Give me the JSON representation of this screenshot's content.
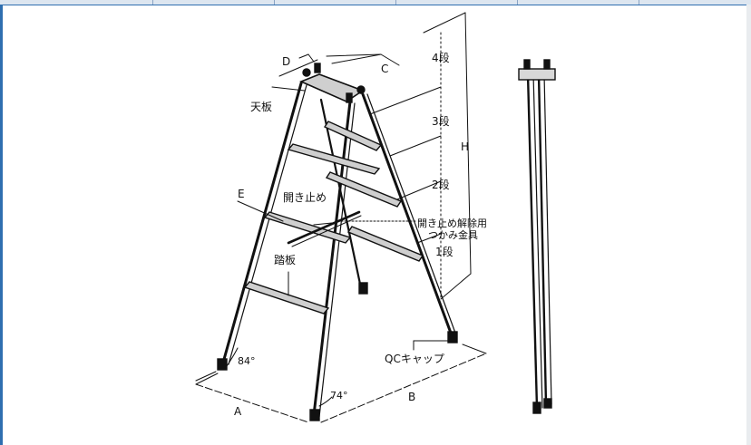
{
  "diagram": {
    "labels": {
      "top_plate": "天板",
      "spreader": "開き止め",
      "spreader_release": "開き止め解除用",
      "spreader_release_2": "つかみ金具",
      "step_board": "踏板",
      "qc_cap": "QCキャップ",
      "step_4": "4段",
      "step_3": "3段",
      "step_2": "2段",
      "step_1": "1段",
      "dim_a": "A",
      "dim_b": "B",
      "dim_c": "C",
      "dim_d": "D",
      "dim_e": "E",
      "dim_h": "H",
      "angle_84": "84°",
      "angle_74": "74°"
    }
  }
}
